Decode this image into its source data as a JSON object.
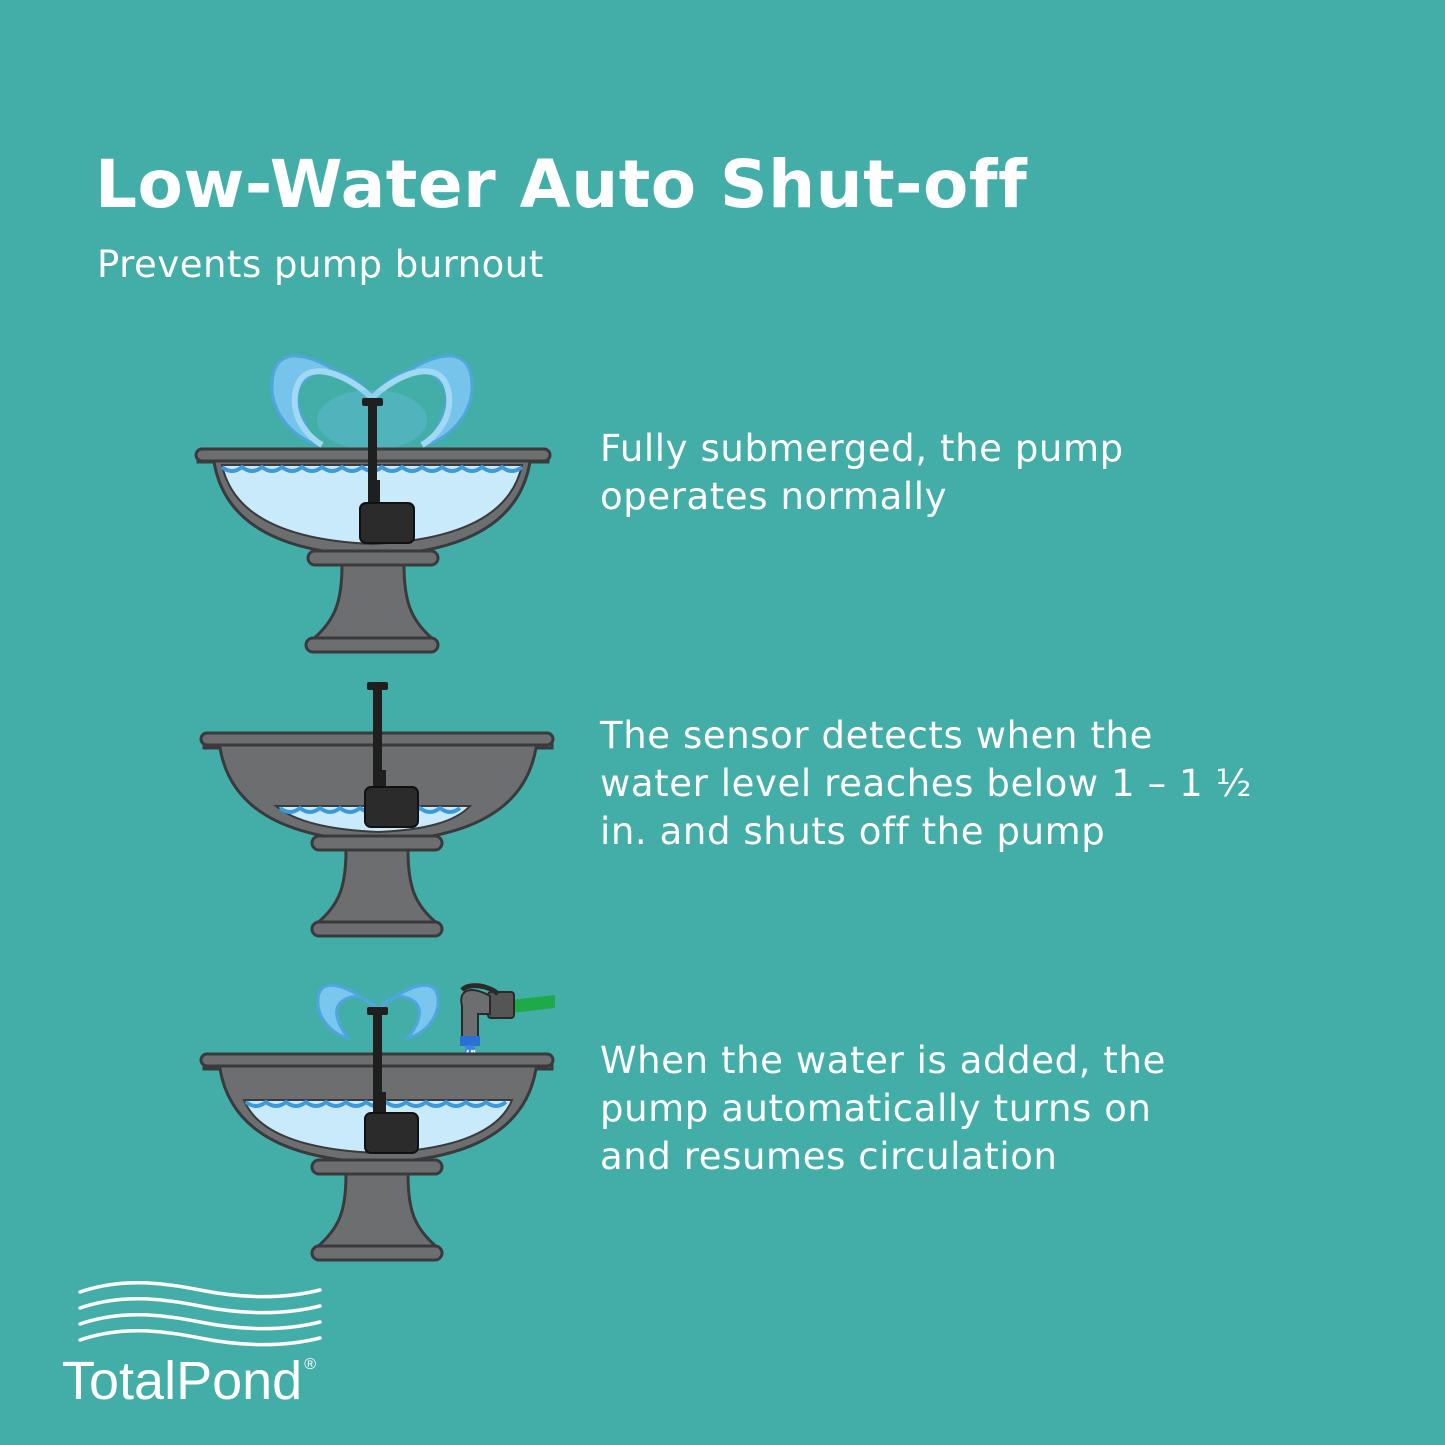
{
  "header": {
    "title": "Low-Water Auto Shut-off",
    "subtitle": "Prevents pump burnout"
  },
  "steps": [
    {
      "illustration": "fountain-full-water-pump-spraying-icon",
      "lines": [
        "Fully submerged, the pump",
        "operates normally"
      ]
    },
    {
      "illustration": "fountain-low-water-pump-off-icon",
      "lines": [
        "The sensor detects when the",
        "water level reaches below 1 – 1 ½",
        "in. and shuts off the pump"
      ]
    },
    {
      "illustration": "fountain-refill-hose-pump-on-icon",
      "lines": [
        "When the water is added, the",
        "pump automatically turns on",
        "and resumes circulation"
      ]
    }
  ],
  "logo": {
    "name": "TotalPond",
    "mark": "®"
  },
  "colors": {
    "background": "#43aea8",
    "basin": "#6d6e70",
    "water": "#c9eafa",
    "wave": "#3d9ad8",
    "pump": "#2b2b2b",
    "hose": "#1faa4a"
  }
}
